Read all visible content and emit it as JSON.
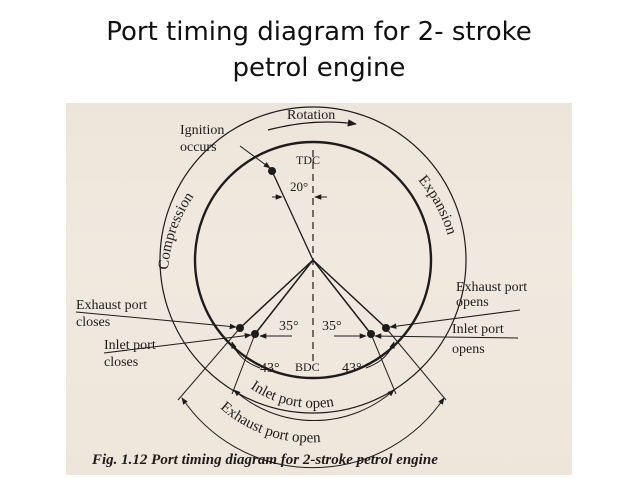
{
  "slide": {
    "title_line1": "Port timing diagram for 2- stroke",
    "title_line2": "petrol engine"
  },
  "diagram": {
    "rotation": "Rotation",
    "ignition_line1": "Ignition",
    "ignition_line2": "occurs",
    "tdc": "TDC",
    "bdc": "BDC",
    "angle_20": "20°",
    "angle_35_left": "35°",
    "angle_35_right": "35°",
    "angle_43_left": "43°",
    "angle_43_right": "43°",
    "compression": "Compression",
    "expansion": "Expansion",
    "exhaust_opens_line1": "Exhaust port",
    "exhaust_opens_line2": "opens",
    "inlet_opens_line1": "Inlet port",
    "inlet_opens_line2": "opens",
    "exhaust_closes_line1": "Exhaust port",
    "exhaust_closes_line2": "closes",
    "inlet_closes_line1": "Inlet port",
    "inlet_closes_line2": "closes",
    "inlet_port_open": "Inlet port open",
    "exhaust_port_open": "Exhaust port open",
    "caption": "Fig. 1.12 Port timing diagram for 2-stroke petrol engine"
  }
}
